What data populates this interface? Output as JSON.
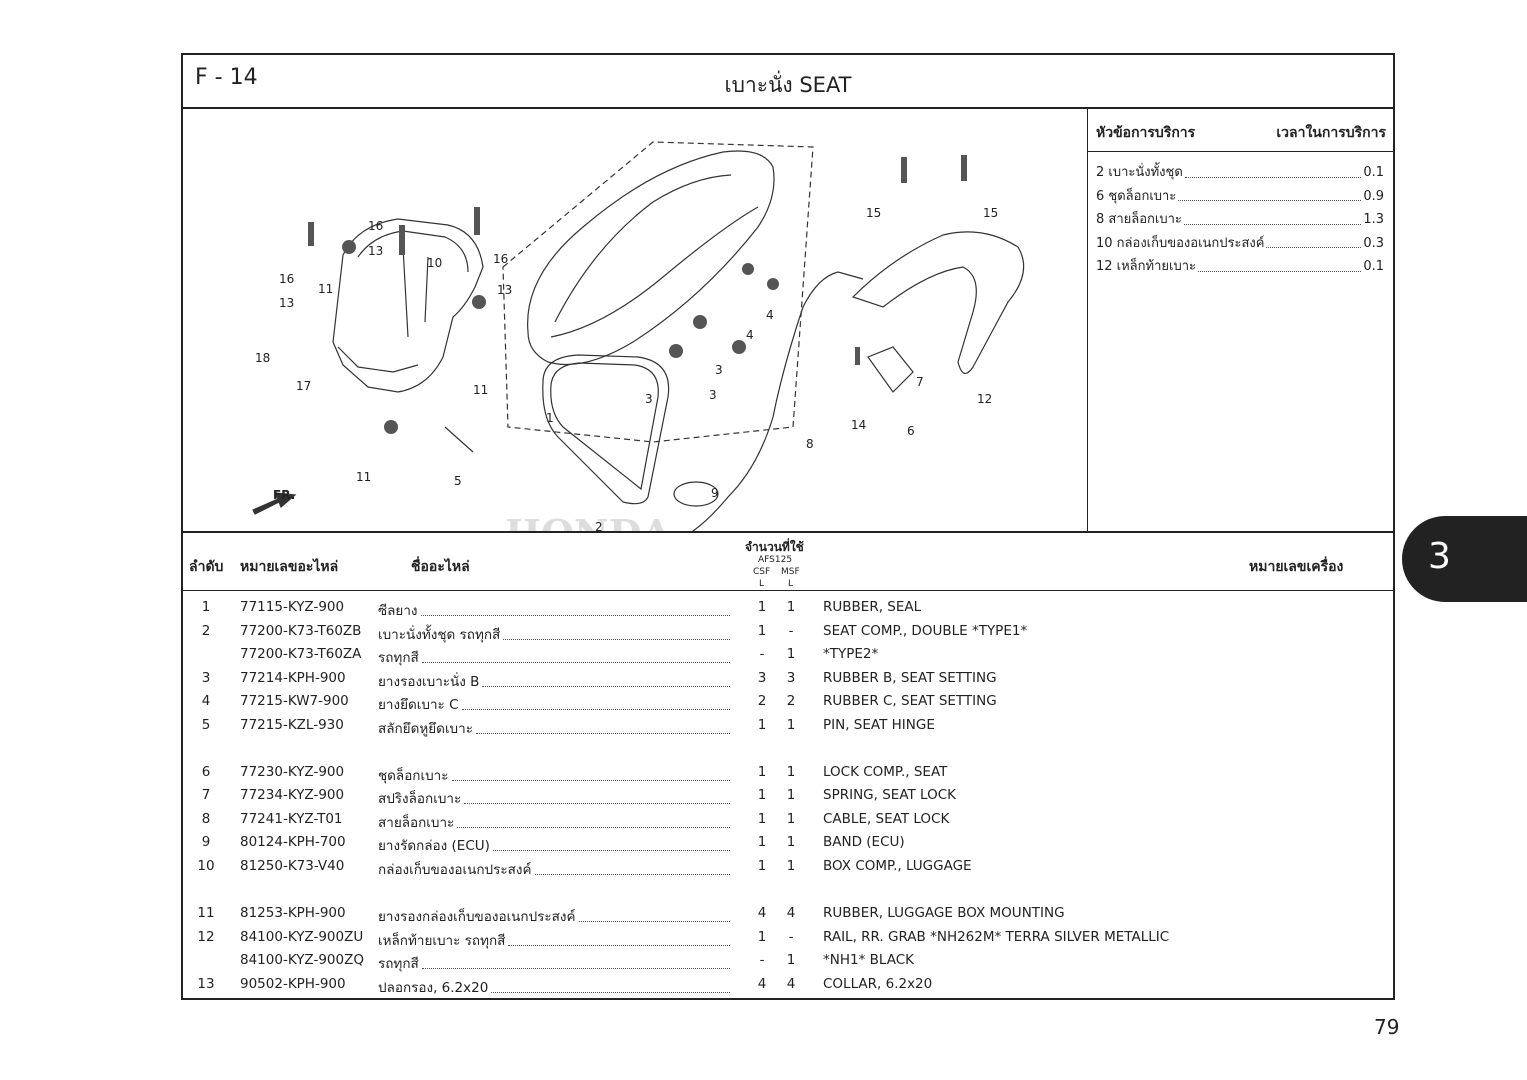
{
  "header": {
    "code": "F - 14",
    "title": "เบาะนั่ง  SEAT"
  },
  "diagram": {
    "callouts": [
      "16",
      "13",
      "10",
      "16",
      "13",
      "16",
      "13",
      "11",
      "18",
      "17",
      "11",
      "5",
      "11",
      "1",
      "2",
      "3",
      "3",
      "3",
      "4",
      "4",
      "9",
      "8",
      "15",
      "15",
      "7",
      "6",
      "14",
      "12"
    ],
    "fr_label": "FR.",
    "watermark": "HONDA"
  },
  "service": {
    "col1": "หัวข้อการบริการ",
    "col2": "เวลาในการบริการ",
    "items": [
      {
        "name": "2 เบาะนั่งทั้งชุด",
        "time": "0.1"
      },
      {
        "name": "6 ชุดล็อกเบาะ",
        "time": "0.9"
      },
      {
        "name": "8 สายล็อกเบาะ",
        "time": "1.3"
      },
      {
        "name": "10 กล่องเก็บของอเนกประสงค์",
        "time": "0.3"
      },
      {
        "name": "12 เหล็กท้ายเบาะ",
        "time": "0.1"
      }
    ]
  },
  "table": {
    "h_idx": "ลำดับ",
    "h_part_no": "หมายเลขอะไหล่",
    "h_name": "ชื่ออะไหล่",
    "h_qty": "จำนวนที่ใช้",
    "h_model": "AFS125",
    "h_csf": "CSF",
    "h_msf": "MSF",
    "h_l1": "L",
    "h_l2": "L",
    "h_engine": "หมายเลขเครื่อง",
    "rows": [
      {
        "idx": "1",
        "pn": "77115-KYZ-900",
        "th": "ซีลยาง",
        "q1": "1",
        "q2": "1",
        "en": "RUBBER, SEAL"
      },
      {
        "idx": "2",
        "pn": "77200-K73-T60ZB",
        "th": "เบาะนั่งทั้งชุด รถทุกสี",
        "q1": "1",
        "q2": "-",
        "en": "SEAT COMP., DOUBLE *TYPE1*"
      },
      {
        "idx": "",
        "pn": "77200-K73-T60ZA",
        "th": "รถทุกสี",
        "q1": "-",
        "q2": "1",
        "en": "*TYPE2*"
      },
      {
        "idx": "3",
        "pn": "77214-KPH-900",
        "th": "ยางรองเบาะนั่ง B",
        "q1": "3",
        "q2": "3",
        "en": "RUBBER B, SEAT SETTING"
      },
      {
        "idx": "4",
        "pn": "77215-KW7-900",
        "th": "ยางยึดเบาะ C",
        "q1": "2",
        "q2": "2",
        "en": "RUBBER C, SEAT SETTING"
      },
      {
        "idx": "5",
        "pn": "77215-KZL-930",
        "th": "สลักยึดหูยึดเบาะ",
        "q1": "1",
        "q2": "1",
        "en": "PIN, SEAT HINGE"
      },
      {
        "idx": "6",
        "pn": "77230-KYZ-900",
        "th": "ชุดล็อกเบาะ",
        "q1": "1",
        "q2": "1",
        "en": "LOCK COMP., SEAT"
      },
      {
        "idx": "7",
        "pn": "77234-KYZ-900",
        "th": "สปริงล็อกเบาะ",
        "q1": "1",
        "q2": "1",
        "en": "SPRING, SEAT LOCK"
      },
      {
        "idx": "8",
        "pn": "77241-KYZ-T01",
        "th": "สายล็อกเบาะ",
        "q1": "1",
        "q2": "1",
        "en": "CABLE, SEAT LOCK"
      },
      {
        "idx": "9",
        "pn": "80124-KPH-700",
        "th": "ยางรัดกล่อง (ECU)",
        "q1": "1",
        "q2": "1",
        "en": "BAND (ECU)"
      },
      {
        "idx": "10",
        "pn": "81250-K73-V40",
        "th": "กล่องเก็บของอเนกประสงค์",
        "q1": "1",
        "q2": "1",
        "en": "BOX COMP., LUGGAGE"
      },
      {
        "idx": "11",
        "pn": "81253-KPH-900",
        "th": "ยางรองกล่องเก็บของอเนกประสงค์",
        "q1": "4",
        "q2": "4",
        "en": "RUBBER, LUGGAGE BOX MOUNTING"
      },
      {
        "idx": "12",
        "pn": "84100-KYZ-900ZU",
        "th": "เหล็กท้ายเบาะ รถทุกสี",
        "q1": "1",
        "q2": "-",
        "en": "RAIL, RR. GRAB *NH262M* TERRA SILVER METALLIC"
      },
      {
        "idx": "",
        "pn": "84100-KYZ-900ZQ",
        "th": "รถทุกสี",
        "q1": "-",
        "q2": "1",
        "en": "*NH1* BLACK"
      },
      {
        "idx": "13",
        "pn": "90502-KPH-900",
        "th": "ปลอกรอง, 6.2x20",
        "q1": "4",
        "q2": "4",
        "en": "COLLAR, 6.2x20"
      }
    ]
  },
  "section_tab": "3",
  "page_number": "79"
}
